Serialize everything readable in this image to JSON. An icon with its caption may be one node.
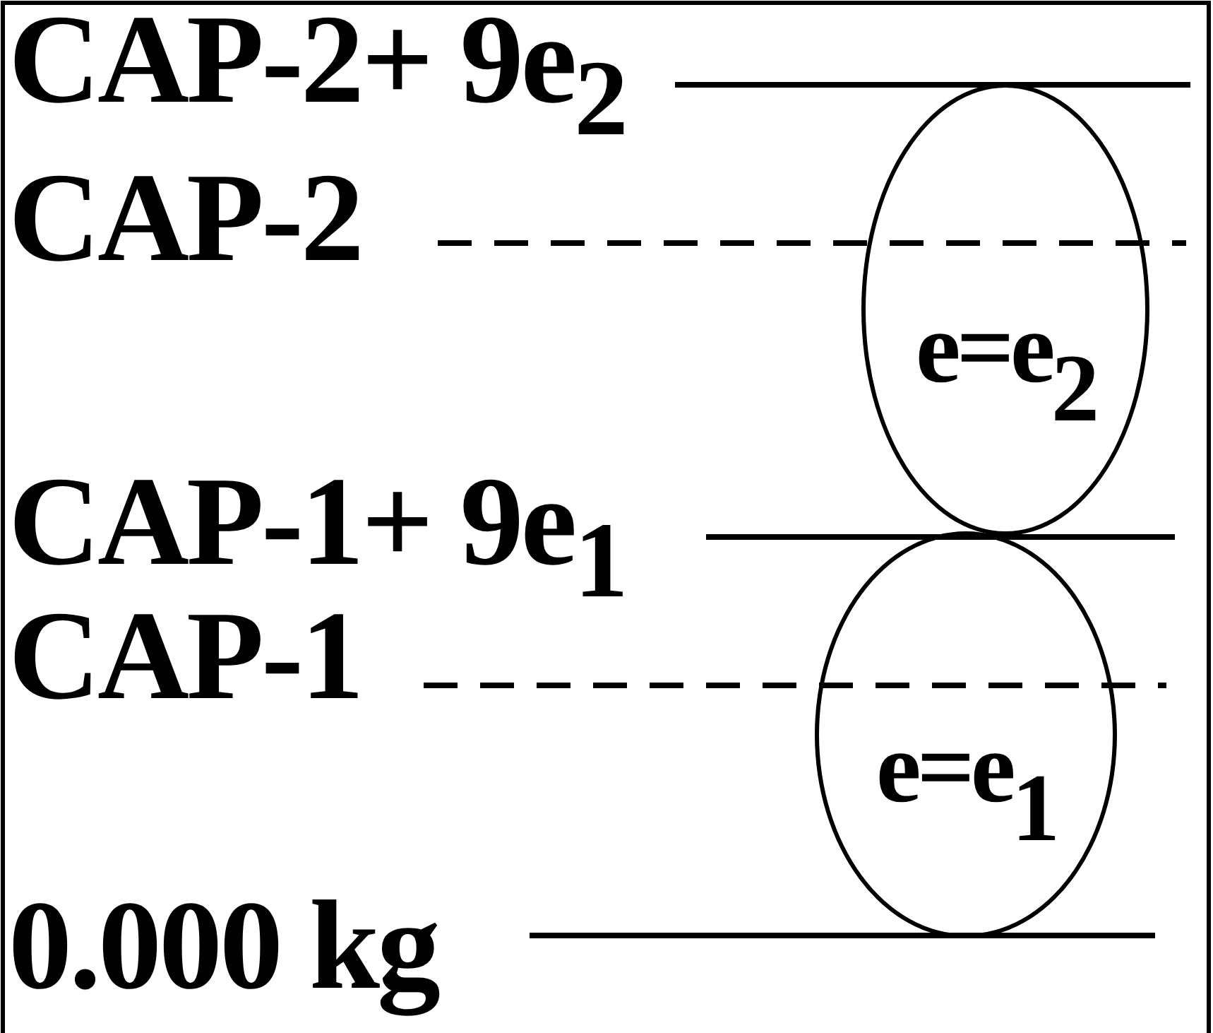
{
  "diagram": {
    "nodes": [
      {
        "text": [
          "e=e$_{2}$"
        ]
      },
      {
        "text": [
          "e=e$_{1}$"
        ]
      }
    ],
    "labels": [
      "CAP-2+ 9e$_{2}$",
      "CAP-2",
      "CAP-1+ 9e$_{1}$",
      "CAP-1",
      "0.000 kg"
    ]
  }
}
